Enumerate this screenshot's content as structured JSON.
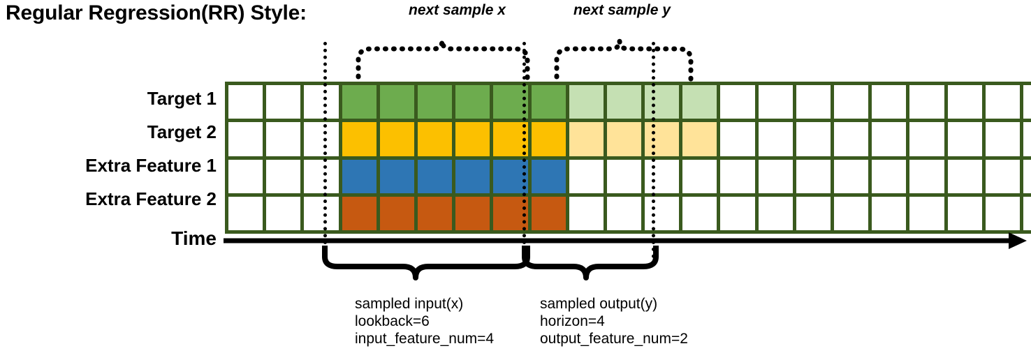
{
  "title": "Regular Regression(RR) Style:",
  "top_brackets": [
    {
      "label": "next sample x"
    },
    {
      "label": "next sample y"
    }
  ],
  "rows": [
    {
      "label": "Target 1",
      "name": "target-1"
    },
    {
      "label": "Target 2",
      "name": "target-2"
    },
    {
      "label": "Extra Feature 1",
      "name": "extra-feature-1"
    },
    {
      "label": "Extra Feature 2",
      "name": "extra-feature-2"
    }
  ],
  "axis": {
    "label": "Time"
  },
  "captions": {
    "input": {
      "line1": "sampled input(x)",
      "line2": "lookback=6",
      "line3": "input_feature_num=4"
    },
    "output": {
      "line1": "sampled output(y)",
      "line2": "horizon=4",
      "line3": "output_feature_num=2"
    }
  },
  "colors": {
    "grid_border": "#3a5a1e",
    "green": "#6DAC4E",
    "green_light": "#C5E0B3",
    "yellow": "#FCC000",
    "yellow_light": "#FFE399",
    "blue": "#2E76B4",
    "orange": "#C65911",
    "empty": "#ffffff"
  },
  "grid": {
    "columns": 23,
    "leading_empty": 3,
    "lookback": 6,
    "horizon": 4,
    "trailing_empty": 10,
    "cell_pattern": [
      [
        "empty",
        "empty",
        "empty",
        "green",
        "green",
        "green",
        "green",
        "green",
        "green",
        "green_light",
        "green_light",
        "green_light",
        "green_light",
        "empty",
        "empty",
        "empty",
        "empty",
        "empty",
        "empty",
        "empty",
        "empty",
        "empty",
        "empty"
      ],
      [
        "empty",
        "empty",
        "empty",
        "yellow",
        "yellow",
        "yellow",
        "yellow",
        "yellow",
        "yellow",
        "yellow_light",
        "yellow_light",
        "yellow_light",
        "yellow_light",
        "empty",
        "empty",
        "empty",
        "empty",
        "empty",
        "empty",
        "empty",
        "empty",
        "empty",
        "empty"
      ],
      [
        "empty",
        "empty",
        "empty",
        "blue",
        "blue",
        "blue",
        "blue",
        "blue",
        "blue",
        "empty",
        "empty",
        "empty",
        "empty",
        "empty",
        "empty",
        "empty",
        "empty",
        "empty",
        "empty",
        "empty",
        "empty",
        "empty",
        "empty"
      ],
      [
        "empty",
        "empty",
        "empty",
        "orange",
        "orange",
        "orange",
        "orange",
        "orange",
        "orange",
        "empty",
        "empty",
        "empty",
        "empty",
        "empty",
        "empty",
        "empty",
        "empty",
        "empty",
        "empty",
        "empty",
        "empty",
        "empty",
        "empty"
      ]
    ]
  }
}
